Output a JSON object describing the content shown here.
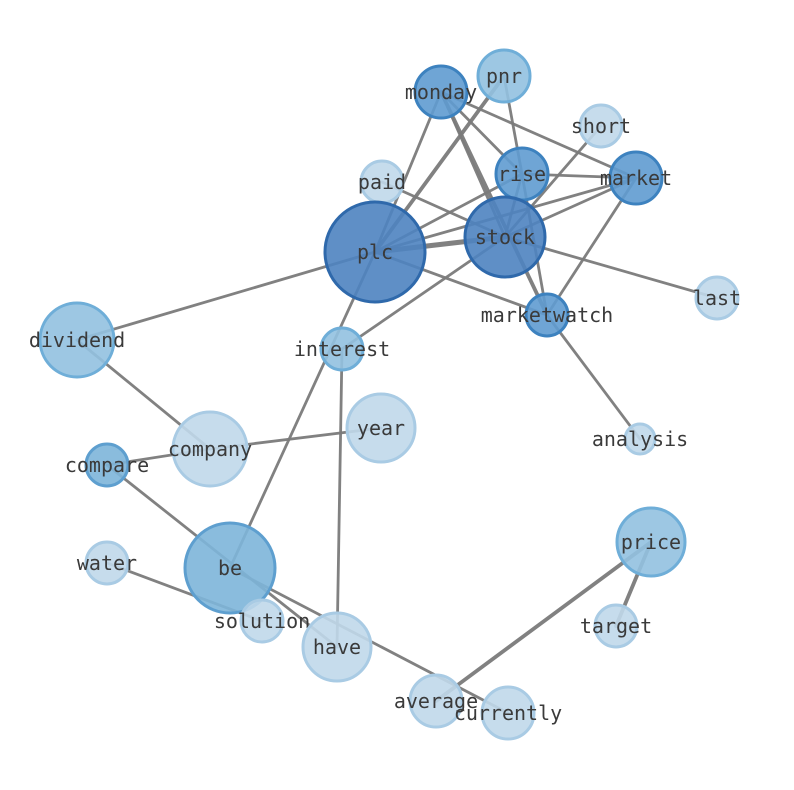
{
  "colors": {
    "edge": "#7a7a7a",
    "levels": {
      "1": {
        "fill": "#c0d8ea",
        "stroke": "#a9cbe4"
      },
      "2": {
        "fill": "#92c1e0",
        "stroke": "#6faed8"
      },
      "3": {
        "fill": "#7db5d9",
        "stroke": "#5e9fcf"
      },
      "4": {
        "fill": "#5f9bd0",
        "stroke": "#3d82bf"
      },
      "5": {
        "fill": "#4e83c0",
        "stroke": "#2f69ab"
      }
    }
  },
  "nodes": [
    {
      "id": "monday",
      "label": "monday",
      "level": 4
    },
    {
      "id": "pnr",
      "label": "pnr",
      "level": 2
    },
    {
      "id": "short",
      "label": "short",
      "level": 1
    },
    {
      "id": "rise",
      "label": "rise",
      "level": 4
    },
    {
      "id": "market",
      "label": "market",
      "level": 4
    },
    {
      "id": "paid",
      "label": "paid",
      "level": 1
    },
    {
      "id": "plc",
      "label": "plc",
      "level": 5
    },
    {
      "id": "stock",
      "label": "stock",
      "level": 5
    },
    {
      "id": "last",
      "label": "last",
      "level": 1
    },
    {
      "id": "marketwatch",
      "label": "marketwatch",
      "level": 4
    },
    {
      "id": "dividend",
      "label": "dividend",
      "level": 2
    },
    {
      "id": "interest",
      "label": "interest",
      "level": 2
    },
    {
      "id": "year",
      "label": "year",
      "level": 1
    },
    {
      "id": "analysis",
      "label": "analysis",
      "level": 1
    },
    {
      "id": "company",
      "label": "company",
      "level": 1
    },
    {
      "id": "compare",
      "label": "compare",
      "level": 3
    },
    {
      "id": "price",
      "label": "price",
      "level": 2
    },
    {
      "id": "water",
      "label": "water",
      "level": 1
    },
    {
      "id": "be",
      "label": "be",
      "level": 3
    },
    {
      "id": "solution",
      "label": "solution",
      "level": 1
    },
    {
      "id": "target",
      "label": "target",
      "level": 1
    },
    {
      "id": "have",
      "label": "have",
      "level": 1
    },
    {
      "id": "average",
      "label": "average",
      "level": 1
    },
    {
      "id": "currently",
      "label": "currently",
      "level": 1
    }
  ],
  "edges": [
    {
      "source": "plc",
      "target": "stock",
      "weight": 3
    },
    {
      "source": "plc",
      "target": "pnr",
      "weight": 2
    },
    {
      "source": "plc",
      "target": "monday",
      "weight": 1
    },
    {
      "source": "plc",
      "target": "rise",
      "weight": 1
    },
    {
      "source": "plc",
      "target": "market",
      "weight": 1
    },
    {
      "source": "plc",
      "target": "marketwatch",
      "weight": 1
    },
    {
      "source": "plc",
      "target": "dividend",
      "weight": 1
    },
    {
      "source": "plc",
      "target": "be",
      "weight": 1
    },
    {
      "source": "stock",
      "target": "monday",
      "weight": 1
    },
    {
      "source": "stock",
      "target": "market",
      "weight": 1
    },
    {
      "source": "stock",
      "target": "rise",
      "weight": 1
    },
    {
      "source": "stock",
      "target": "paid",
      "weight": 1
    },
    {
      "source": "stock",
      "target": "last",
      "weight": 1
    },
    {
      "source": "stock",
      "target": "short",
      "weight": 1
    },
    {
      "source": "stock",
      "target": "interest",
      "weight": 1
    },
    {
      "source": "monday",
      "target": "market",
      "weight": 1
    },
    {
      "source": "monday",
      "target": "rise",
      "weight": 1
    },
    {
      "source": "monday",
      "target": "marketwatch",
      "weight": 2
    },
    {
      "source": "rise",
      "target": "market",
      "weight": 1
    },
    {
      "source": "rise",
      "target": "pnr",
      "weight": 1
    },
    {
      "source": "rise",
      "target": "marketwatch",
      "weight": 1
    },
    {
      "source": "market",
      "target": "marketwatch",
      "weight": 1
    },
    {
      "source": "marketwatch",
      "target": "analysis",
      "weight": 1
    },
    {
      "source": "dividend",
      "target": "company",
      "weight": 1
    },
    {
      "source": "company",
      "target": "year",
      "weight": 1
    },
    {
      "source": "company",
      "target": "compare",
      "weight": 1
    },
    {
      "source": "compare",
      "target": "have",
      "weight": 1
    },
    {
      "source": "interest",
      "target": "have",
      "weight": 1
    },
    {
      "source": "water",
      "target": "solution",
      "weight": 1
    },
    {
      "source": "be",
      "target": "currently",
      "weight": 1
    },
    {
      "source": "price",
      "target": "average",
      "weight": 2
    },
    {
      "source": "price",
      "target": "target",
      "weight": 2
    }
  ]
}
